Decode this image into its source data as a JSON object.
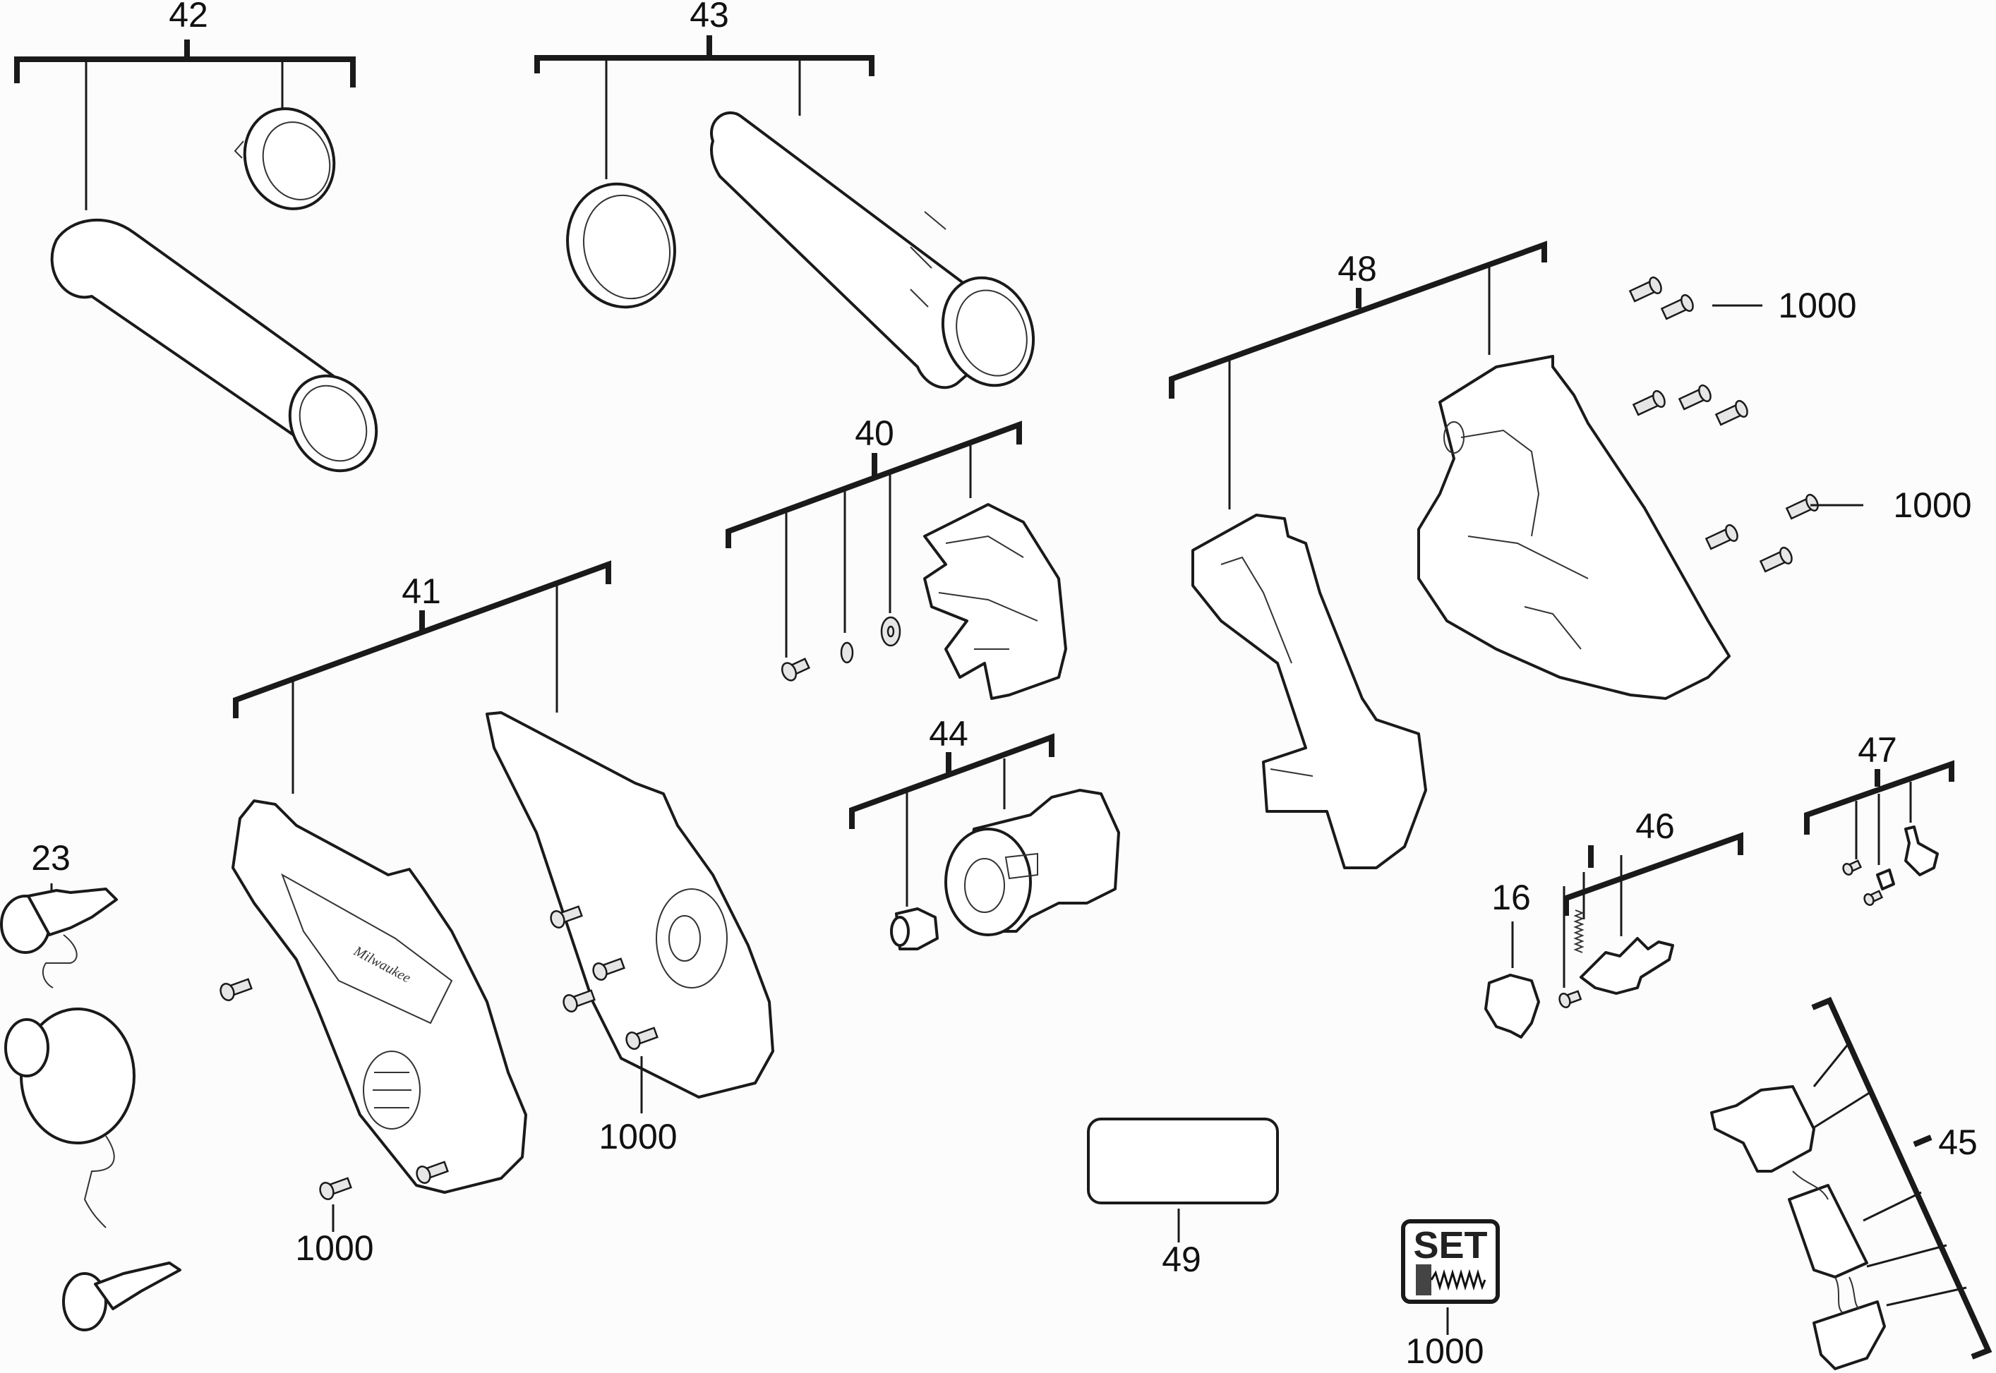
{
  "diagram": {
    "title": "Exploded parts diagram - cordless blower",
    "callouts": {
      "c42": "42",
      "c43": "43",
      "c48": "48",
      "c40": "40",
      "c41": "41",
      "c44": "44",
      "c47": "47",
      "c46": "46",
      "c16": "16",
      "c23": "23",
      "c45": "45",
      "c49": "49",
      "screw_top_right": "1000",
      "screw_mid_right": "1000",
      "screw_rear_cover": "1000",
      "screw_front_cover": "1000",
      "screw_set": "1000"
    },
    "set_badge": {
      "label": "SET",
      "icon": "screw-set-icon"
    },
    "brand_logo_on_cover": "Milwaukee",
    "label_plate": {
      "text": ""
    }
  }
}
